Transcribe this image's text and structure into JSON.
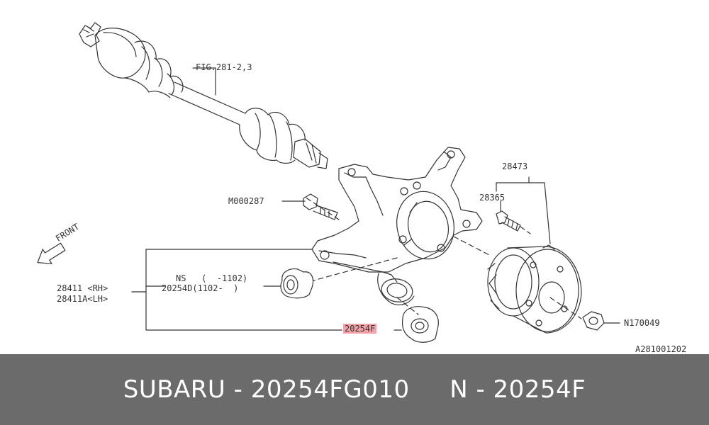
{
  "labels": {
    "fig_ref": "FIG.281-2,3",
    "part_28473": "28473",
    "part_28365": "28365",
    "part_m000287": "M000287",
    "front": "FRONT",
    "ns_line": "NS   (  -1102)",
    "d_line": "20254D(1102-  )",
    "part_28411_rh": "28411 <RH>",
    "part_28411a_lh": "28411A<LH>",
    "part_20254f": "20254F",
    "part_n170049": "N170049",
    "diagram_code": "A281001202"
  },
  "footer": {
    "brand": "SUBARU",
    "sep1": " - ",
    "part_number": "20254FG010",
    "gap": "     ",
    "ref_letter": "N",
    "sep2": " - ",
    "ref_number": "20254F"
  },
  "colors": {
    "footer_bg": "#6b6b6b",
    "highlight": "#f3a3a8",
    "line": "#333333"
  }
}
